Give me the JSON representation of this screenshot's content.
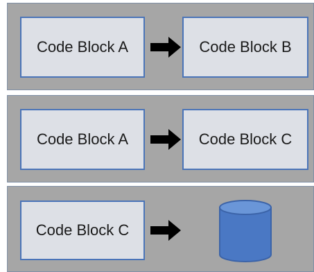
{
  "panels": [
    {
      "source_label": "Code Block A",
      "target_label": "Code Block B",
      "target_type": "block"
    },
    {
      "source_label": "Code Block A",
      "target_label": "Code Block C",
      "target_type": "block"
    },
    {
      "source_label": "Code Block C",
      "target_type": "database"
    }
  ],
  "colors": {
    "panel_background": "#a6a6a6",
    "block_fill": "#dde0e6",
    "block_border": "#4a74b8",
    "arrow": "#000000",
    "database_fill": "#4a78c4",
    "database_top": "#6a96d8",
    "database_stroke": "#3b63a8"
  },
  "icons": {
    "arrow": "arrow-right-icon",
    "storage": "database-icon"
  }
}
